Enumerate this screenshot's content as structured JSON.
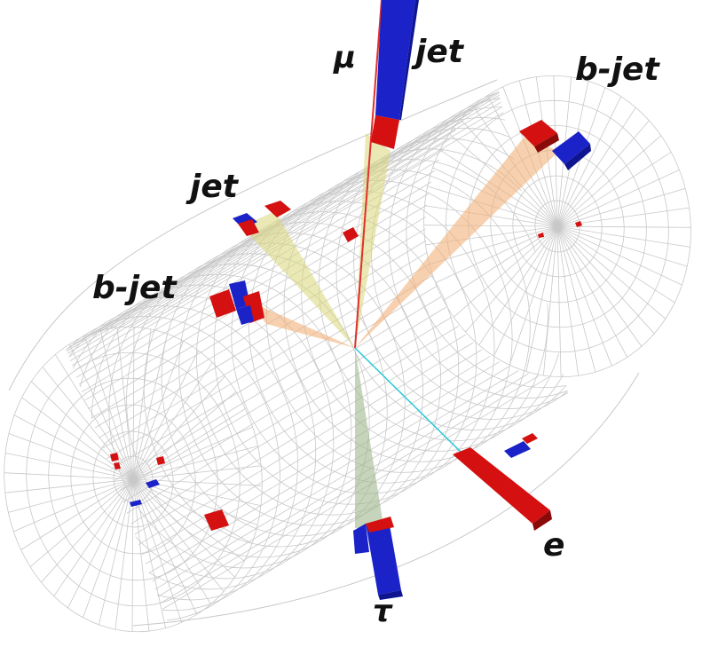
{
  "labels": {
    "mu": "μ",
    "jet_top": "jet",
    "bjet_right": "b-jet",
    "jet_left": "jet",
    "bjet_left": "b-jet",
    "electron": "e",
    "tau": "τ"
  },
  "colors": {
    "wire": "#c8c8c8",
    "deposit_red": "#d41010",
    "deposit_blue": "#1a22c8",
    "muon_track": "#e03030",
    "electron_track": "#27c9d6",
    "cone_yellow": "#d9d77a",
    "cone_orange": "#f2b27a",
    "cone_green": "#9fb88c"
  },
  "objects": [
    "muon",
    "jet",
    "b-jet",
    "jet",
    "b-jet",
    "electron",
    "tau"
  ]
}
